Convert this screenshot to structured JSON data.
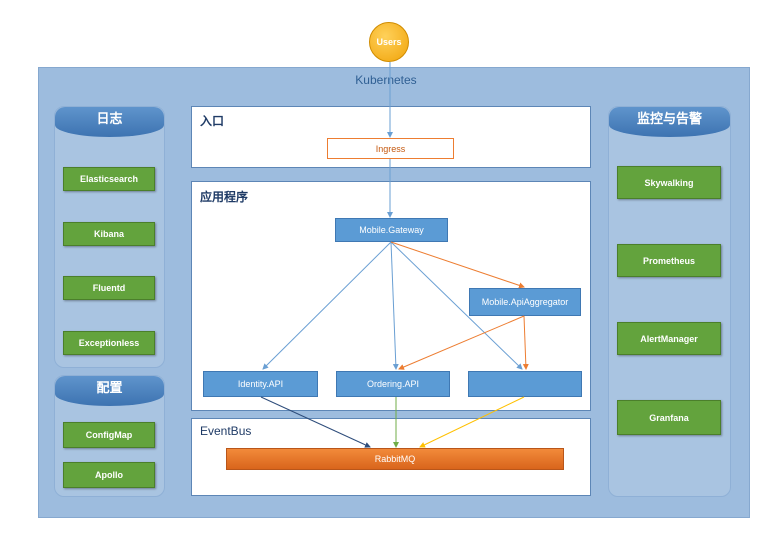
{
  "users": "Users",
  "kubernetes": "Kubernetes",
  "logging": {
    "title": "日志",
    "items": [
      "Elasticsearch",
      "Kibana",
      "Fluentd",
      "Exceptionless"
    ]
  },
  "config": {
    "title": "配置",
    "items": [
      "ConfigMap",
      "Apollo"
    ]
  },
  "monitoring": {
    "title": "监控与告警",
    "items": [
      "Skywalking",
      "Prometheus",
      "AlertManager",
      "Granfana"
    ]
  },
  "entry": {
    "title": "入口",
    "ingress": "Ingress"
  },
  "app": {
    "title": "应用程序",
    "gateway": "Mobile.Gateway",
    "aggregator": "Mobile.ApiAggregator",
    "identity": "Identity.API",
    "ordering": "Ordering.API",
    "blank_service": ""
  },
  "eventbus": {
    "title": "EventBus",
    "rabbitmq": "RabbitMQ"
  },
  "colors": {
    "panel_blue": "#a9c4e1",
    "k8s_blue": "#9dbcde",
    "service_blue": "#5b9bd5",
    "green_box": "#63a33d",
    "orange": "#ed7d31",
    "users_yellow": "#f5b21e",
    "arrow_blue": "#6a9fd3",
    "arrow_green": "#70ad47",
    "arrow_yellow": "#ffc000",
    "arrow_navy": "#2e4d7b"
  }
}
